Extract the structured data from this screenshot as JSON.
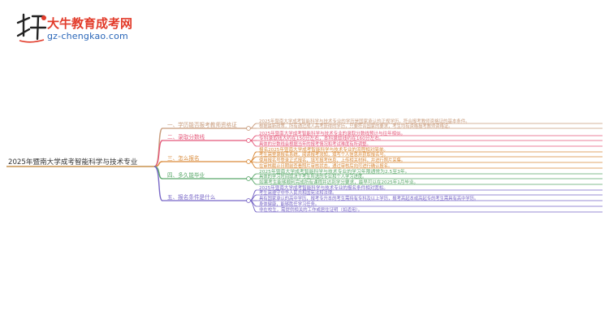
{
  "logo": {
    "title": "大牛教育成考网",
    "url": "gz-chengkao.com"
  },
  "root": {
    "label": "2025年暨南大学成考智能科学与技术专业"
  },
  "branches": [
    {
      "label": "一、学历能否报考教师资格证",
      "color": "#c89b7b",
      "leaves": [
        "2025年暨南大学成考智能科学与技术专业的学历是国家承认的正规学历，符合报考教师资格证的基本条件。",
        "根据最新政策，所有通过成人高考获得的学历，只要符合国家的要求，考生均有资格报考教师资格证。"
      ]
    },
    {
      "label": "二、录取分数线",
      "color": "#e4587a",
      "leaves": [
        "2025年暨南大学成考智能科学与技术专业的录取分数线预计与往年相似。",
        "专科录取线大约在150分左右，本科录取线约在160分左右。",
        "具体的分数线会根据当年的报考情况和考试难度有所调整。"
      ]
    },
    {
      "label": "三、怎么报名",
      "color": "#d98a3a",
      "leaves": [
        "报名2025年暨南大学成考智能科学与技术专业的流程相对简单。",
        "考生需登录报名系统，阅读报考须知，填写个人信息并获取报名号。",
        "使用报名号登录正式报名，填写报考信息，上传相关材料，并进行照片采集。",
        "在审核截止日期前查看照片审核状态，通过审核后向可进行确认报名。"
      ]
    },
    {
      "label": "四、多久能毕业",
      "color": "#5aa86a",
      "leaves": [
        "2025年暨南大学成考智能科学与技术专业的学习年限通常为2.5至3年。",
        "具体的学习时间取决于考生所选的专业和个人学习进度。",
        "如果考生能够顺利完成所有课程并达到学分要求，最早可以在2025年1月毕业。"
      ]
    },
    {
      "label": "五、报名条件是什么",
      "color": "#7766c6",
      "leaves": [
        "2025年暨南大学成考智能科学与技术专业的报名条件相对宽松。",
        "考生需遵守中华人民共和国宪法和法律。",
        "具有国家承认的高中学历，报考专升本的考生需持有专科及以上学历，报考高起本或高起专的考生需具有高中学历。",
        "身体健康，能够胜任学习任务。",
        "非在校生，需提供相关的工作或居住证明（如适用）。"
      ]
    }
  ]
}
